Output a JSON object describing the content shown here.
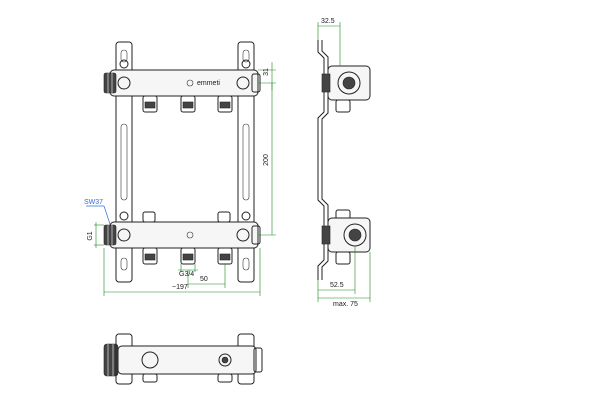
{
  "front_view": {
    "brand_logo_text": "emmeti",
    "label_sw": "SW37",
    "label_g1": "G1",
    "label_g34": "G3/4",
    "dim_31": "31",
    "dim_200": "200",
    "dim_50": "50",
    "dim_197": "~197"
  },
  "side_view": {
    "dim_325_top": "32.5",
    "dim_525": "52.5",
    "dim_max75": "max. 75"
  },
  "colors": {
    "dimension_line": "#1a8a1a",
    "callout": "#2a6fd6",
    "outline": "#222222"
  }
}
